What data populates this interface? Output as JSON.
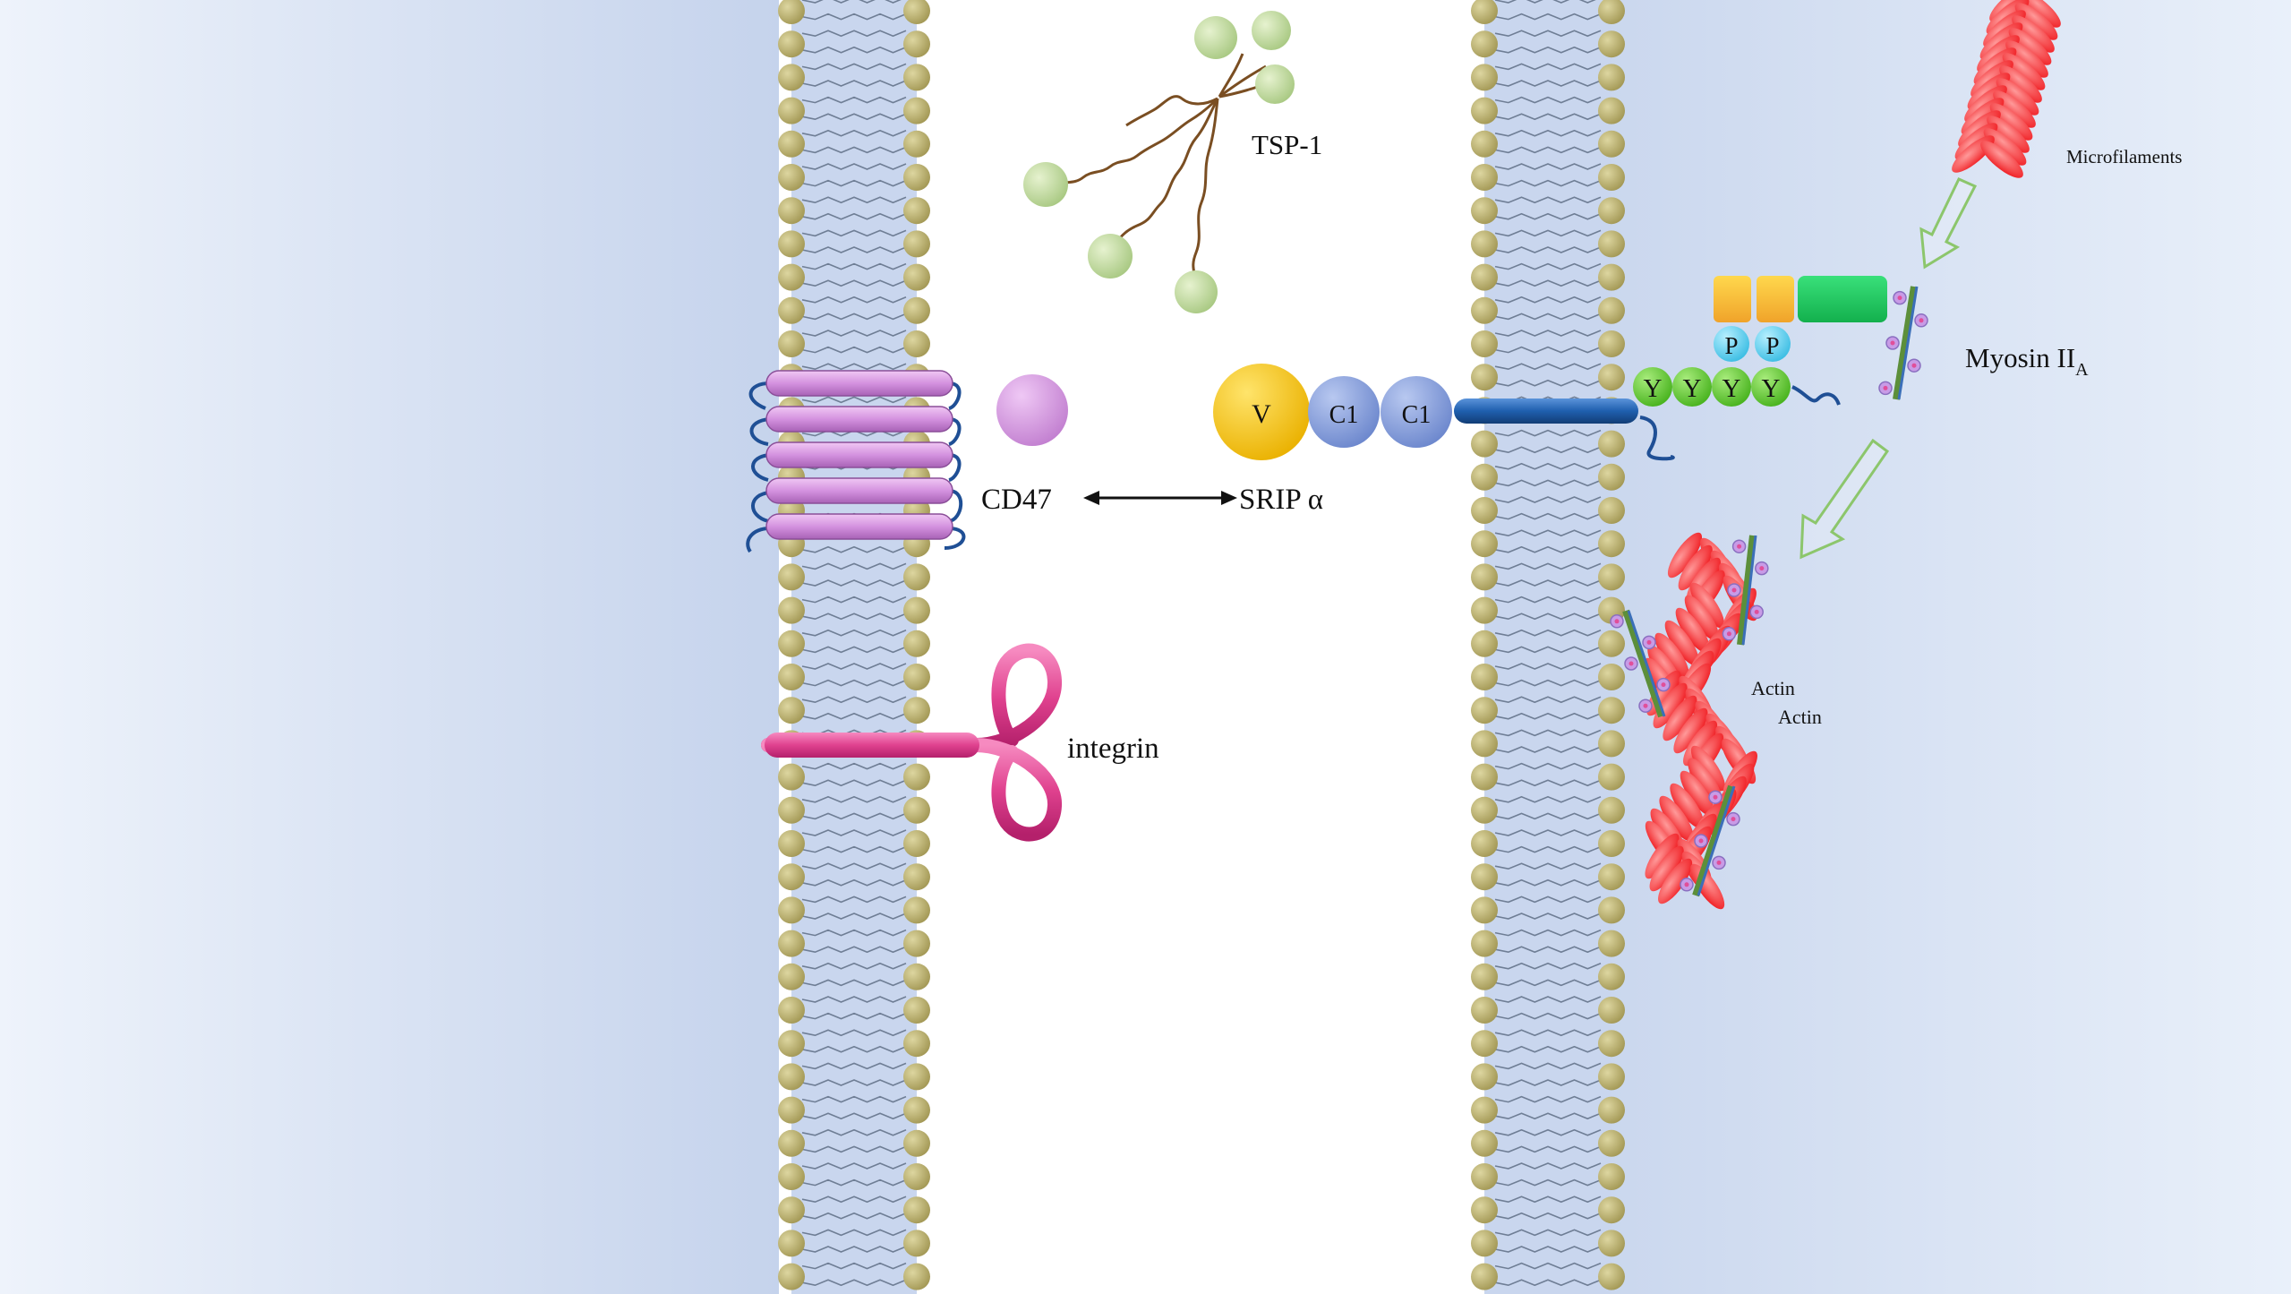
{
  "labels": {
    "tsp1": "TSP-1",
    "cd47": "CD47",
    "sirp": "SRIP α",
    "integrin": "integrin",
    "microfilaments": "Microfilaments",
    "myosin_main": "Myosin II",
    "myosin_sub": "A",
    "actin_1": "Actin",
    "actin_2": "Actin"
  },
  "domains": {
    "v": "V",
    "c1_a": "C1",
    "c1_b": "C1"
  },
  "phospho": [
    "P",
    "P"
  ],
  "tyrosines": [
    "Y",
    "Y",
    "Y",
    "Y"
  ],
  "colors": {
    "background_blue": "#c8d6ee",
    "membrane_head": "#b5ab6c",
    "cd47_purple": "#d79be0",
    "integrin_pink": "#e0428f",
    "sirp_yellow": "#f5c51c",
    "sirp_c1_blue": "#8ea6df",
    "tail_blue": "#1f5fae",
    "actin_red": "#ff3b3b",
    "tsp_green": "#c8dfa2",
    "tyrosine_green": "#6ccf3b",
    "phospho_cyan": "#6fd3ef",
    "arrow_green": "#8cc66c"
  }
}
